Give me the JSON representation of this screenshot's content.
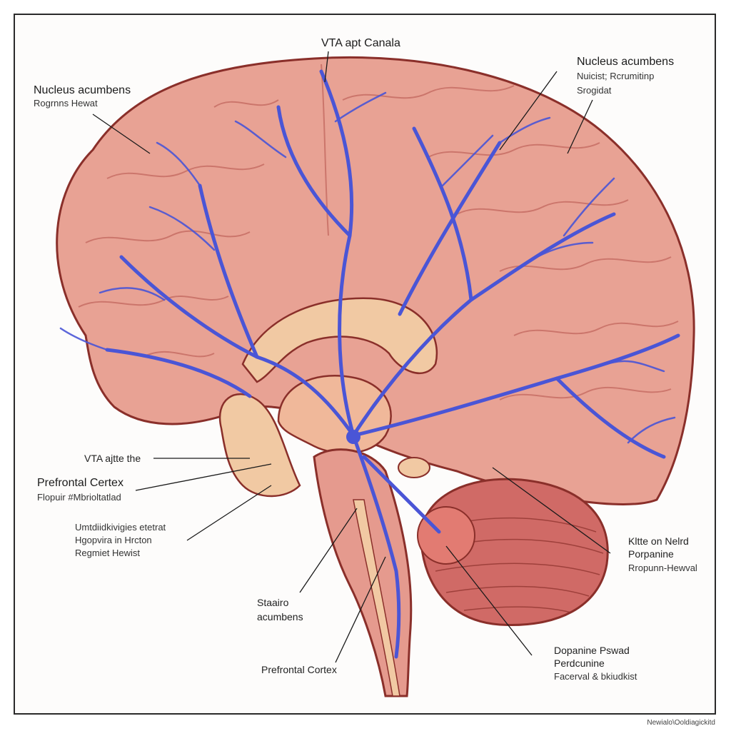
{
  "diagram": {
    "colors": {
      "cortex": "#e59a8e",
      "cortex_dark": "#b5524a",
      "pathway": "#4a55d6",
      "limbic": "#f1c9a3",
      "cerebellum": "#d06a66",
      "outline": "#8a2f2a"
    },
    "labels": {
      "top_center": "VTA apt Canala",
      "top_left_title": "Nucleus acumbens",
      "top_left_sub": "Rogrnns Hewat",
      "top_right_title": "Nucleus acumbens",
      "top_right_sub1": "Nuicist; Rcrumitinp",
      "top_right_sub2": "Srogidat",
      "left_vta": "VTA ajtte the",
      "left_pfc_title": "Prefrontal Certex",
      "left_pfc_sub": "Flopuir #Mbrioltatlad",
      "left_block_1": "Umtdiidkivigies etetrat",
      "left_block_2": "Hgopvira in Hrcton",
      "left_block_3": "Regmiet Hewist",
      "bottom_striatum_1": "Staairo",
      "bottom_striatum_2": "acumbens",
      "bottom_pfc": "Prefrontal Cortex",
      "right_mid_1": "Kltte on Nelrd",
      "right_mid_2": "Porpanine",
      "right_mid_3": "Rropunn-Hewval",
      "right_bottom_1": "Dopanine Pswad",
      "right_bottom_2": "Perdcunine",
      "right_bottom_3": "Facerval & bkiudkist",
      "credit": "Newialo\\Ooldiagickitd"
    }
  }
}
